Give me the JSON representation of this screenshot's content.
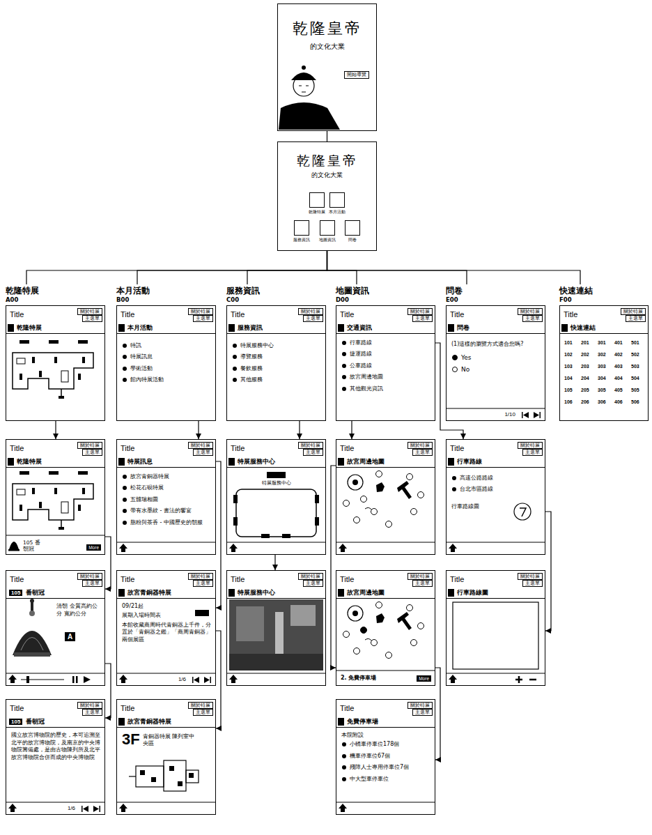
{
  "diagram": {
    "nodes": [
      {
        "text": [
          "乾隆皇帝",
          "的文化大業"
        ]
      },
      {
        "text": [
          "開始導覽"
        ],
        "in": 0
      },
      {
        "text": [
          "乾隆皇帝",
          "的文化大業"
        ]
      },
      {
        "text": [
          "乾隆特展"
        ],
        "in": 2
      },
      {
        "text": [
          "本月活動"
        ],
        "in": 2
      },
      {
        "text": [
          "服務資訊"
        ],
        "in": 2
      },
      {
        "text": [
          "地圖資訊"
        ],
        "in": 2
      },
      {
        "text": [
          "問卷"
        ],
        "in": 2
      },
      {
        "text": [
          "乾隆特展",
          "A00",
          "Title"
        ]
      },
      {
        "text": [
          "關於特展"
        ],
        "in": 8
      },
      {
        "text": [
          "主選單"
        ],
        "in": 8
      },
      {
        "text": [
          "乾隆特展"
        ],
        "in": 8
      },
      {
        "text": [
          "Title",
          "105 番朝冠"
        ]
      },
      {
        "text": [
          "關於特展"
        ],
        "in": 12
      },
      {
        "text": [
          "主選單"
        ],
        "in": 12
      },
      {
        "text": [
          "乾隆特展"
        ],
        "in": 12
      },
      {
        "text": [
          "More"
        ],
        "in": 12
      },
      {
        "text": [
          "Title",
          "清朝 金質高約公分 寬約公分"
        ]
      },
      {
        "text": [
          "關於特展"
        ],
        "in": 17
      },
      {
        "text": [
          "主選單"
        ],
        "in": 17
      },
      {
        "text": [
          "105",
          "番朝冠"
        ],
        "in": 17
      },
      {
        "text": [
          "A"
        ],
        "in": 17
      },
      {
        "text": [
          "Title",
          "國立故宮博物院的歷史，本可追溯至北平的故宮博物院，及南京的中央博物院籌備處，是由古物陳列所及北平故宮博物院合併而成的中央博物院",
          "1/6"
        ]
      },
      {
        "text": [
          "關於特展"
        ],
        "in": 22
      },
      {
        "text": [
          "主選單"
        ],
        "in": 22
      },
      {
        "text": [
          "105",
          "番朝冠"
        ],
        "in": 22
      },
      {
        "text": [
          "本月活動",
          "B00",
          "Title",
          "特訊",
          "特展訊息",
          "學術活動",
          "館內特展活動"
        ]
      },
      {
        "text": [
          "關於特展"
        ],
        "in": 26
      },
      {
        "text": [
          "主選單"
        ],
        "in": 26
      },
      {
        "text": [
          "本月活動"
        ],
        "in": 26
      },
      {
        "text": [
          "Title",
          "故宮青銅器特展",
          "松花石硯特展",
          "五體瑞相圖",
          "帶有水墨紋 - 書法的饗宴",
          "脂粉與茶香 - 中國歷史的朝服"
        ]
      },
      {
        "text": [
          "關於特展"
        ],
        "in": 30
      },
      {
        "text": [
          "主選單"
        ],
        "in": 30
      },
      {
        "text": [
          "特展訊息"
        ],
        "in": 30
      },
      {
        "text": [
          "Title",
          "09/21起",
          "展期入場時間表",
          "本館收藏商周時代青銅器上千件，分置於「青銅器之鑑」「商周青銅器」兩個展區",
          "1/6"
        ]
      },
      {
        "text": [
          "關於特展"
        ],
        "in": 34
      },
      {
        "text": [
          "主選單"
        ],
        "in": 34
      },
      {
        "text": [
          "故宮青銅器特展"
        ],
        "in": 34
      },
      {
        "text": [
          "Title",
          "3F",
          "青銅器特展 陳列室中央區"
        ]
      },
      {
        "text": [
          "關於特展"
        ],
        "in": 38
      },
      {
        "text": [
          "主選單"
        ],
        "in": 38
      },
      {
        "text": [
          "故宮青銅器特展"
        ],
        "in": 38
      },
      {
        "text": [
          "服務資訊",
          "C00",
          "Title",
          "特展服務中心",
          "導覽服務",
          "餐飲服務",
          "其他服務"
        ]
      },
      {
        "text": [
          "關於特展"
        ],
        "in": 42
      },
      {
        "text": [
          "主選單"
        ],
        "in": 42
      },
      {
        "text": [
          "服務資訊"
        ],
        "in": 42
      },
      {
        "text": [
          "Title",
          "特展服務中心"
        ]
      },
      {
        "text": [
          "關於特展"
        ],
        "in": 46
      },
      {
        "text": [
          "主選單"
        ],
        "in": 46
      },
      {
        "text": [
          "特展服務中心"
        ],
        "in": 46
      },
      {
        "text": [
          "Title"
        ]
      },
      {
        "text": [
          "關於特展"
        ],
        "in": 50
      },
      {
        "text": [
          "主選單"
        ],
        "in": 50
      },
      {
        "text": [
          "特展服務中心"
        ],
        "in": 50
      },
      {
        "text": [
          "地圖資訊",
          "D00",
          "Title",
          "行車路線",
          "捷運路線",
          "公車路線",
          "故宮周邊地圖",
          "其他觀光資訊"
        ]
      },
      {
        "text": [
          "關於特展"
        ],
        "in": 54
      },
      {
        "text": [
          "主選單"
        ],
        "in": 54
      },
      {
        "text": [
          "交通資訊"
        ],
        "in": 54
      },
      {
        "text": [
          "Title"
        ]
      },
      {
        "text": [
          "關於特展"
        ],
        "in": 58
      },
      {
        "text": [
          "主選單"
        ],
        "in": 58
      },
      {
        "text": [
          "故宮周邊地圖"
        ],
        "in": 58
      },
      {
        "text": [
          "Title",
          "2. 免費停車場"
        ]
      },
      {
        "text": [
          "關於特展"
        ],
        "in": 62
      },
      {
        "text": [
          "主選單"
        ],
        "in": 62
      },
      {
        "text": [
          "故宮周邊地圖"
        ],
        "in": 62
      },
      {
        "text": [
          "More"
        ],
        "in": 62
      },
      {
        "text": [
          "Title",
          "本院附設",
          "小轎車停車位178個",
          "機車停車位67個",
          "殘障人士專用停車位7個",
          "中大型車停車位"
        ]
      },
      {
        "text": [
          "關於特展"
        ],
        "in": 67
      },
      {
        "text": [
          "主選單"
        ],
        "in": 67
      },
      {
        "text": [
          "免費停車場"
        ],
        "in": 67
      },
      {
        "text": [
          "問卷",
          "E00",
          "Title",
          "(1)這樣的瀏覽方式適合您嗎?",
          "Yes",
          "No",
          "1/10"
        ]
      },
      {
        "text": [
          "關於特展"
        ],
        "in": 71
      },
      {
        "text": [
          "主選單"
        ],
        "in": 71
      },
      {
        "text": [
          "問卷"
        ],
        "in": 71
      },
      {
        "text": [
          "Title",
          "高速公路路線",
          "台北市區路線",
          "行車路線圖"
        ]
      },
      {
        "text": [
          "關於特展"
        ],
        "in": 75
      },
      {
        "text": [
          "主選單"
        ],
        "in": 75
      },
      {
        "text": [
          "行車路線"
        ],
        "in": 75
      },
      {
        "text": [
          "Title"
        ]
      },
      {
        "text": [
          "關於特展"
        ],
        "in": 79
      },
      {
        "text": [
          "主選單"
        ],
        "in": 79
      },
      {
        "text": [
          "行車路線圖"
        ],
        "in": 79
      },
      {
        "text": [
          "快速連結",
          "F00",
          "Title"
        ]
      },
      {
        "text": [
          "關於特展"
        ],
        "in": 83
      },
      {
        "text": [
          "主選單"
        ],
        "in": 83
      },
      {
        "text": [
          "快速連結"
        ],
        "in": 83
      }
    ],
    "edges": [
      {
        "from": 0,
        "to": 2,
        "arrow": "none"
      },
      {
        "from": 2,
        "to": 8,
        "arrow": "none"
      },
      {
        "from": 2,
        "to": 26,
        "arrow": "none"
      },
      {
        "from": 2,
        "to": 42,
        "arrow": "none"
      },
      {
        "from": 2,
        "to": 54,
        "arrow": "none"
      },
      {
        "from": 2,
        "to": 71,
        "arrow": "none"
      },
      {
        "from": 2,
        "to": 83,
        "arrow": "none"
      },
      {
        "from": 8,
        "to": 12,
        "arrow": "to"
      },
      {
        "from": 12,
        "to": 17,
        "arrow": "to"
      },
      {
        "from": 17,
        "to": 22,
        "arrow": "to"
      },
      {
        "from": 26,
        "to": 30,
        "arrow": "to"
      },
      {
        "from": 30,
        "to": 34,
        "arrow": "to"
      },
      {
        "from": 34,
        "to": 38,
        "arrow": "to"
      },
      {
        "from": 42,
        "to": 46,
        "arrow": "to"
      },
      {
        "from": 46,
        "to": 50,
        "arrow": "to"
      },
      {
        "from": 54,
        "to": 58,
        "arrow": "to"
      },
      {
        "from": 54,
        "to": 75,
        "arrow": "to"
      },
      {
        "from": 58,
        "to": 62,
        "arrow": "to"
      },
      {
        "from": 62,
        "to": 67,
        "arrow": "to"
      },
      {
        "from": 75,
        "to": 79,
        "arrow": "to"
      }
    ],
    "labels": [
      "101",
      "201",
      "301",
      "401",
      "501",
      "102",
      "202",
      "302",
      "402",
      "502",
      "103",
      "203",
      "303",
      "403",
      "503",
      "104",
      "204",
      "304",
      "404",
      "504",
      "105",
      "205",
      "305",
      "405",
      "505",
      "106",
      "206",
      "306",
      "406",
      "506"
    ]
  }
}
